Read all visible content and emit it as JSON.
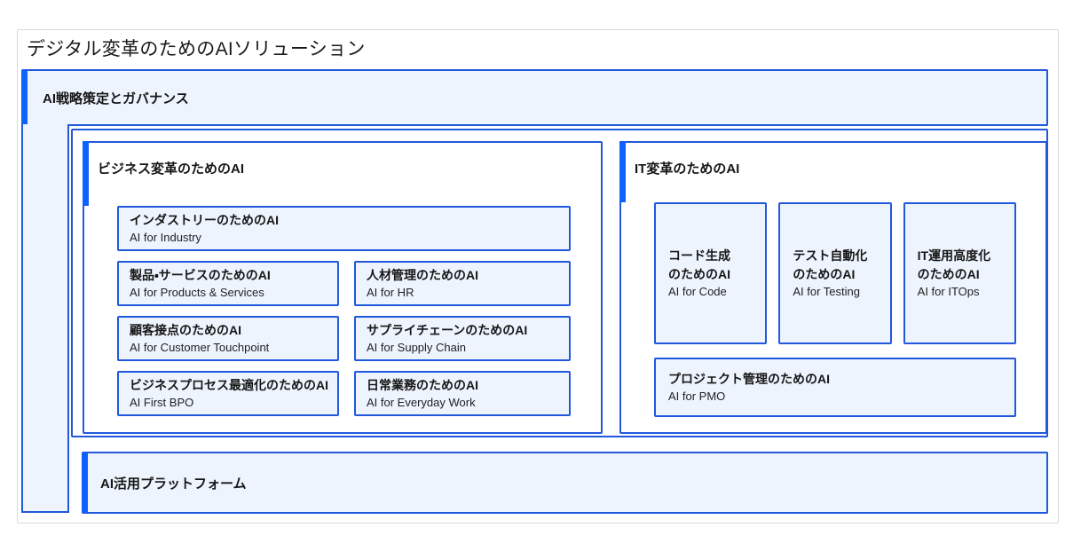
{
  "page": {
    "title": "デジタル変革のためのAIソリューション"
  },
  "colors": {
    "accent_blue": "#0f62fe",
    "border_blue": "#2158dc",
    "fill_light_blue": "#edf4fe",
    "card_border_gray": "#d9d9d9",
    "text_black": "#161616"
  },
  "governance_banner": {
    "label": "AI戦略策定とガバナンス"
  },
  "platform_banner": {
    "label": "AI活用プラットフォーム"
  },
  "business": {
    "label": "ビジネス変革のためのAI",
    "items": [
      {
        "title_jp": "インダストリーのためのAI",
        "title_en": "AI for Industry"
      },
      {
        "title_jp": "製品・サービスのためのAI",
        "title_en": "AI for Products & Services"
      },
      {
        "title_jp": "人材管理のためのAI",
        "title_en": "AI for HR"
      },
      {
        "title_jp": "顧客接点のためのAI",
        "title_en": "AI for Customer Touchpoint"
      },
      {
        "title_jp": "サプライチェーンのためのAI",
        "title_en": "AI for Supply Chain"
      },
      {
        "title_jp": "ビジネスプロセス最適化のためのAI",
        "title_en": "AI First BPO"
      },
      {
        "title_jp": "日常業務のためのAI",
        "title_en": "AI for Everyday Work"
      }
    ]
  },
  "it": {
    "label": "IT変革のためのAI",
    "columns": [
      {
        "title_jp_line1": "コード生成",
        "title_jp_line2": "のためのAI",
        "title_en": "AI for Code"
      },
      {
        "title_jp_line1": "テスト自動化",
        "title_jp_line2": "のためのAI",
        "title_en": "AI for Testing"
      },
      {
        "title_jp_line1": "IT運用高度化",
        "title_jp_line2": "のためのAI",
        "title_en": "AI for ITOps"
      }
    ],
    "pmo": {
      "title_jp": "プロジェクト管理のためのAI",
      "title_en": "AI for PMO"
    }
  }
}
